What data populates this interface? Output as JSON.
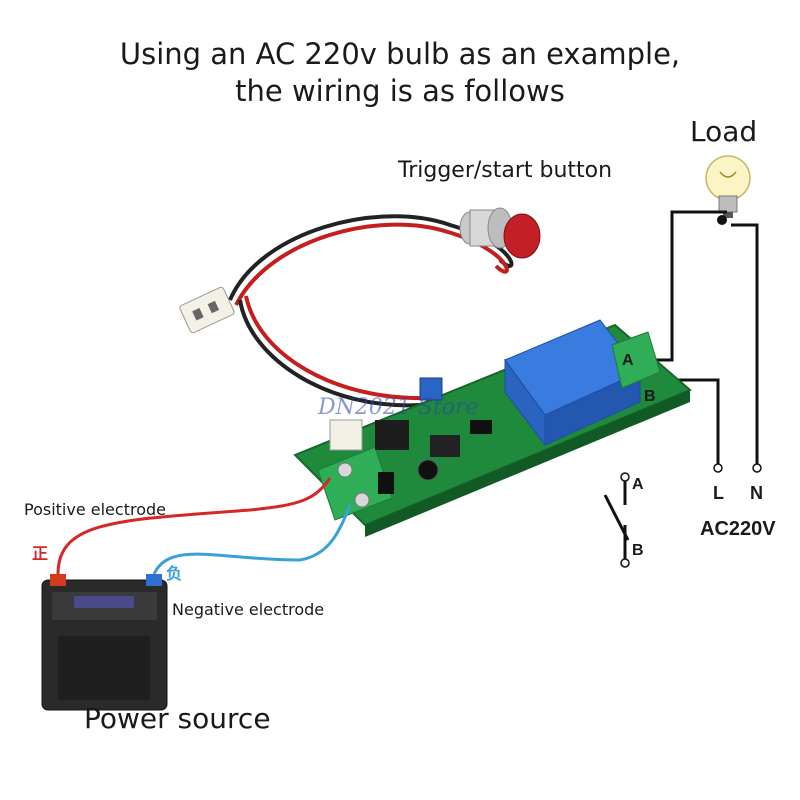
{
  "title": {
    "line1": "Using an AC 220v bulb as an example,",
    "line2": "the wiring is as follows"
  },
  "labels": {
    "load": "Load",
    "trigger": "Trigger/start button",
    "positive": "Positive electrode",
    "negative": "Negative electrode",
    "positive_cn": "正",
    "negative_cn": "负",
    "power_source": "Power source",
    "terminal_a": "A",
    "terminal_b": "B",
    "switch_a": "A",
    "switch_b": "B",
    "live": "L",
    "neutral": "N",
    "ac": "AC220V",
    "watermark": "DN2021 Store"
  },
  "colors": {
    "pcb": "#1f8a3c",
    "relay": "#2f6fd1",
    "wire_red": "#d62626",
    "wire_blue": "#3aa0d8",
    "wire_black": "#111111",
    "battery": "#2a2a2a"
  }
}
